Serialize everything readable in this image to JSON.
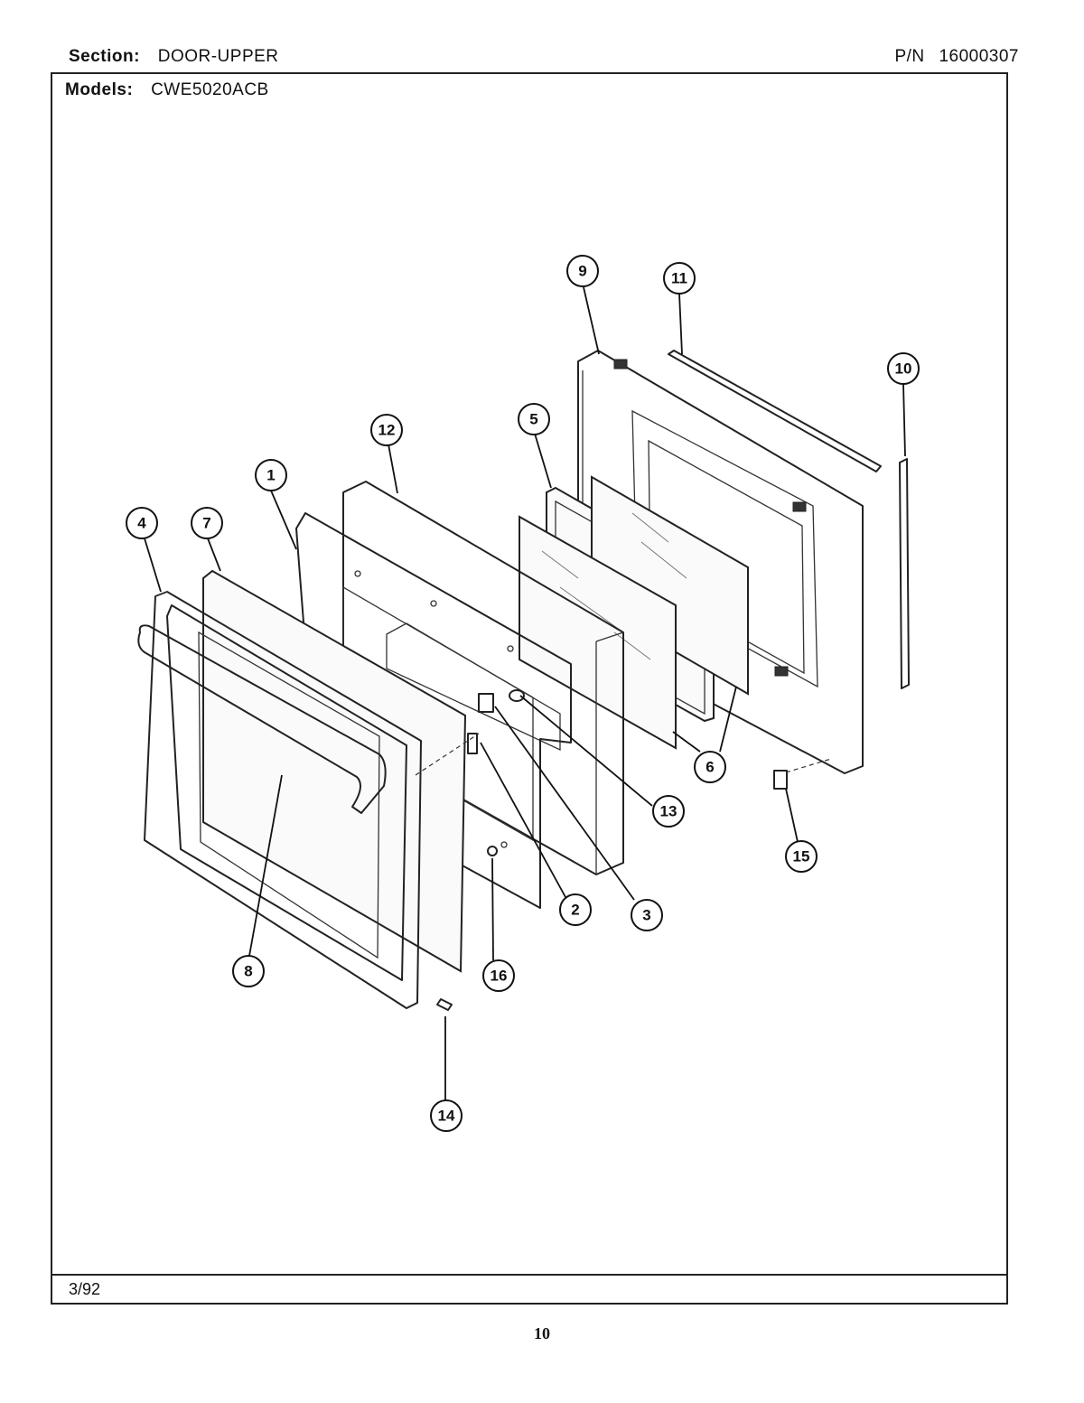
{
  "header": {
    "section_label": "Section:",
    "section_value": "DOOR-UPPER",
    "pn_label": "P/N",
    "pn_value": "16000307",
    "models_label": "Models:",
    "models_value": "CWE5020ACB"
  },
  "footer": {
    "date_code": "3/92",
    "page_number": "10"
  },
  "callouts": [
    "1",
    "2",
    "3",
    "4",
    "5",
    "6",
    "7",
    "8",
    "9",
    "10",
    "11",
    "12",
    "13",
    "14",
    "15",
    "16"
  ]
}
